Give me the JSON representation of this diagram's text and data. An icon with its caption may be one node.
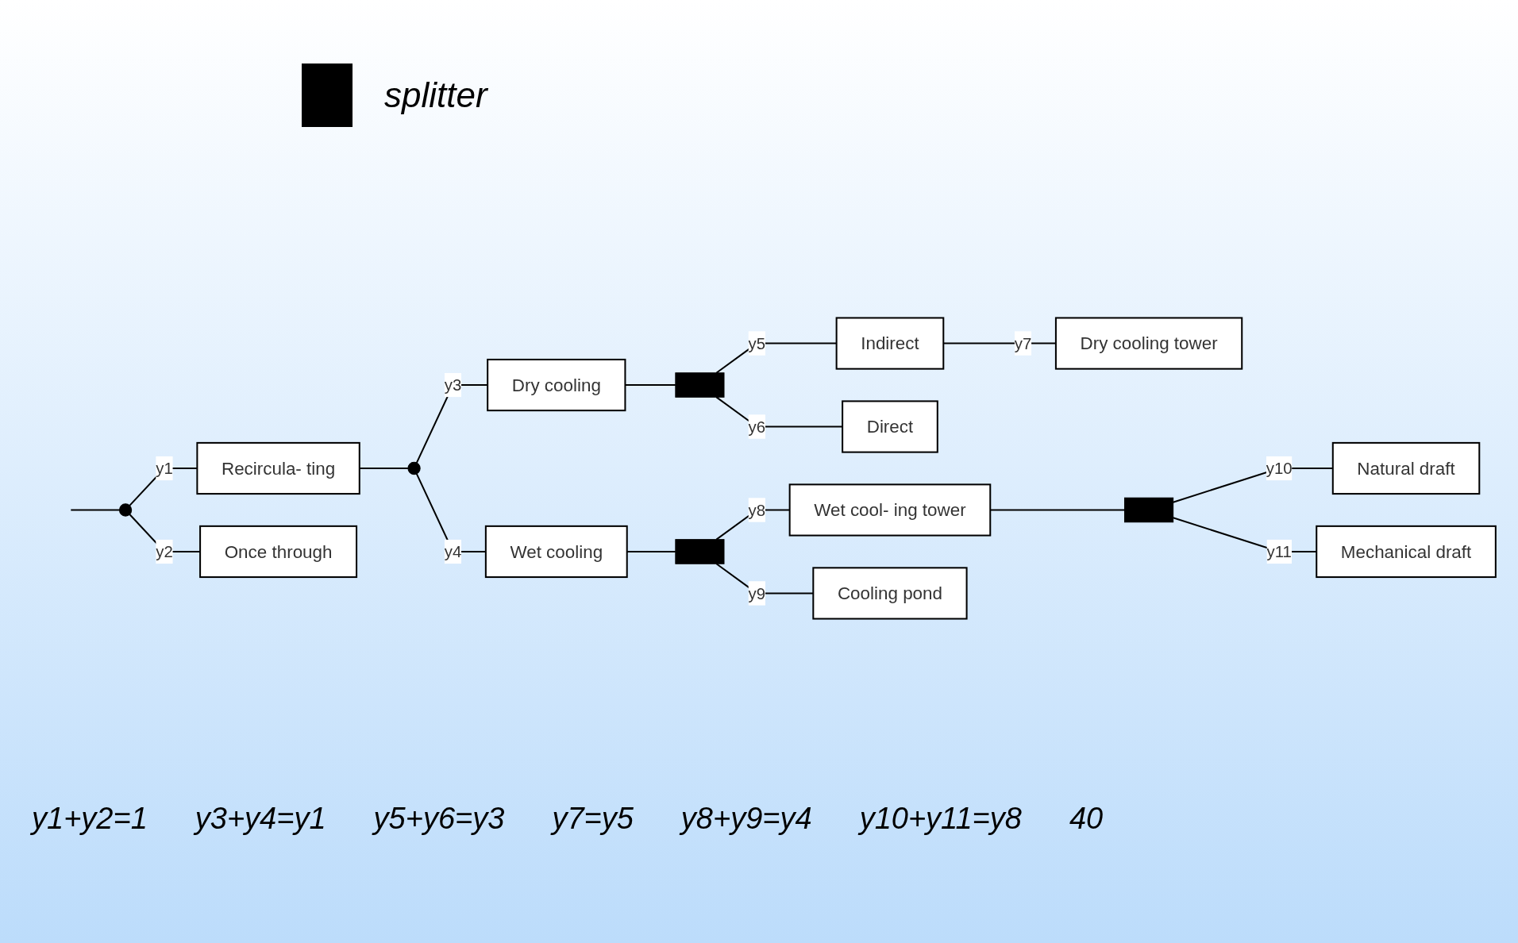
{
  "diagram": {
    "nodes": [
      {
        "text": [],
        "shape": "circle"
      },
      {
        "text": [
          "Recircula- ting"
        ]
      },
      {
        "text": [
          "Once through"
        ]
      },
      {
        "text": [],
        "shape": "circle"
      },
      {
        "text": [
          "Dry cooling"
        ]
      },
      {
        "text": [
          "Wet cooling"
        ]
      },
      {
        "text": [],
        "shape": "box"
      },
      {
        "text": [
          "Indirect"
        ]
      },
      {
        "text": [
          "Direct"
        ]
      },
      {
        "text": [
          "Dry cooling tower"
        ]
      },
      {
        "text": [],
        "shape": "box"
      },
      {
        "text": [
          "Wet cool- ing tower"
        ]
      },
      {
        "text": [
          "Cooling pond"
        ]
      },
      {
        "text": [],
        "shape": "box"
      },
      {
        "text": [
          "Natural draft"
        ]
      },
      {
        "text": [
          "Mechanical draft"
        ]
      }
    ],
    "edges": [
      {
        "from": null,
        "to": 0,
        "arrow": "none"
      },
      {
        "from": 0,
        "to": 1,
        "arrow": "none",
        "label": "y1"
      },
      {
        "from": 0,
        "to": 2,
        "arrow": "none",
        "label": "y2"
      },
      {
        "from": 1,
        "to": 3,
        "arrow": "none"
      },
      {
        "from": 3,
        "to": 4,
        "arrow": "none",
        "label": "y3"
      },
      {
        "from": 3,
        "to": 5,
        "arrow": "none",
        "label": "y4"
      },
      {
        "from": 4,
        "to": 6,
        "arrow": "none"
      },
      {
        "from": 6,
        "to": 7,
        "arrow": "none",
        "label": "y5"
      },
      {
        "from": 6,
        "to": 8,
        "arrow": "none",
        "label": "y6"
      },
      {
        "from": 7,
        "to": 9,
        "arrow": "none",
        "label": "y7"
      },
      {
        "from": 5,
        "to": 10,
        "arrow": "none"
      },
      {
        "from": 10,
        "to": 11,
        "arrow": "none",
        "label": "y8"
      },
      {
        "from": 10,
        "to": 12,
        "arrow": "none",
        "label": "y9"
      },
      {
        "from": 11,
        "to": 13,
        "arrow": "none"
      },
      {
        "from": 13,
        "to": 14,
        "arrow": "none",
        "label": "y10"
      },
      {
        "from": 13,
        "to": 15,
        "arrow": "none",
        "label": "y11"
      }
    ],
    "labels": [
      "y1+y2=1",
      "y3+y4=y1",
      "y5+y6=y3",
      "y7=y5",
      "y8+y9=y4",
      "y10+y11=y8",
      "40"
    ],
    "legend": [
      {
        "text": "splitter"
      }
    ]
  }
}
